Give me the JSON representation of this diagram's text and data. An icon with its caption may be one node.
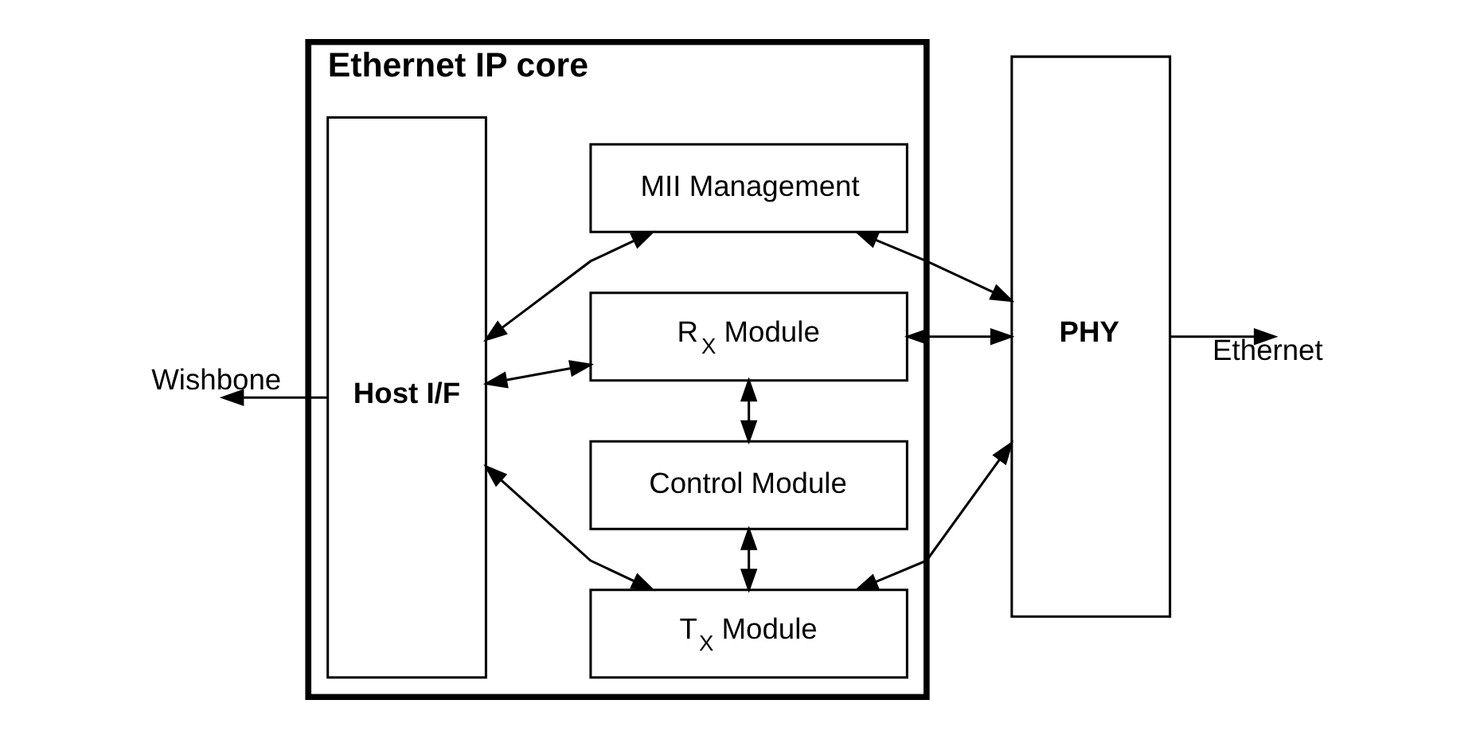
{
  "diagram": {
    "nodes": [
      {
        "text": [
          "Ethernet IP core"
        ]
      },
      {
        "text": [
          "Host I/F"
        ],
        "in": 0
      },
      {
        "text": [
          "MII Management"
        ],
        "in": 0
      },
      {
        "text": [
          "T$_{X}$ Module"
        ],
        "in": 0
      },
      {
        "text": [
          "Control Module"
        ],
        "in": 0
      },
      {
        "text": [
          "R$_{X}$ Module"
        ],
        "in": 0
      },
      {
        "text": [
          "PHY"
        ]
      }
    ],
    "edges": [
      {
        "from": 1,
        "to": null,
        "arrow": "to",
        "label": "Wishbone"
      },
      {
        "from": 1,
        "to": 2,
        "arrow": "both"
      },
      {
        "from": 1,
        "to": 3,
        "arrow": "both"
      },
      {
        "from": 1,
        "to": 5,
        "arrow": "both"
      },
      {
        "from": 2,
        "to": 6,
        "arrow": "both"
      },
      {
        "from": 3,
        "to": 6,
        "arrow": "both"
      },
      {
        "from": 3,
        "to": 4,
        "arrow": "both"
      },
      {
        "from": 4,
        "to": 5,
        "arrow": "both"
      },
      {
        "from": 5,
        "to": 6,
        "arrow": "both"
      },
      {
        "from": 6,
        "to": null,
        "arrow": "to",
        "label": "Ethernet"
      }
    ]
  }
}
